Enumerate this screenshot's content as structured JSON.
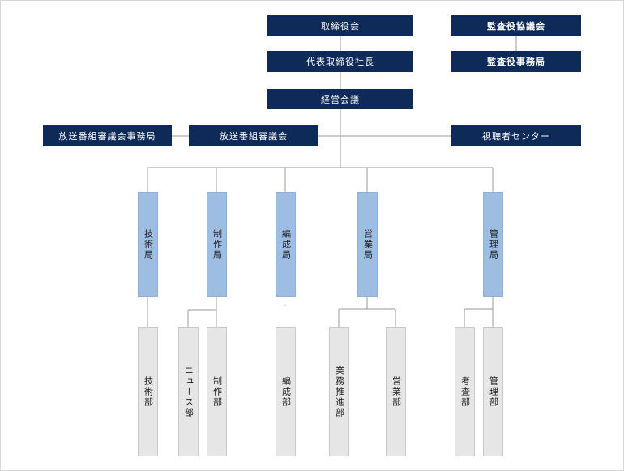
{
  "org_chart": {
    "top": {
      "board": "取締役会",
      "president": "代表取締役社長",
      "management_meeting": "経営会議"
    },
    "audit": {
      "council": "監査役協議会",
      "office": "監査役事務局"
    },
    "broadcast": {
      "secretariat": "放送番組審議会事務局",
      "council": "放送番組審議会"
    },
    "viewer_center": "視聴者センター",
    "bureaus": [
      {
        "name": "技術局",
        "departments": [
          "技術部"
        ]
      },
      {
        "name": "制作局",
        "departments": [
          "ニュース部",
          "制作部"
        ]
      },
      {
        "name": "編成局",
        "departments": [
          "編成部"
        ]
      },
      {
        "name": "営業局",
        "departments": [
          "業務推進部",
          "営業部"
        ]
      },
      {
        "name": "管理局",
        "departments": [
          "考査部",
          "管理部"
        ]
      }
    ]
  },
  "colors": {
    "executive": "#0e2a58",
    "bureau": "#9dbde3",
    "department": "#e6e6e6",
    "line": "#9a9a9a"
  }
}
